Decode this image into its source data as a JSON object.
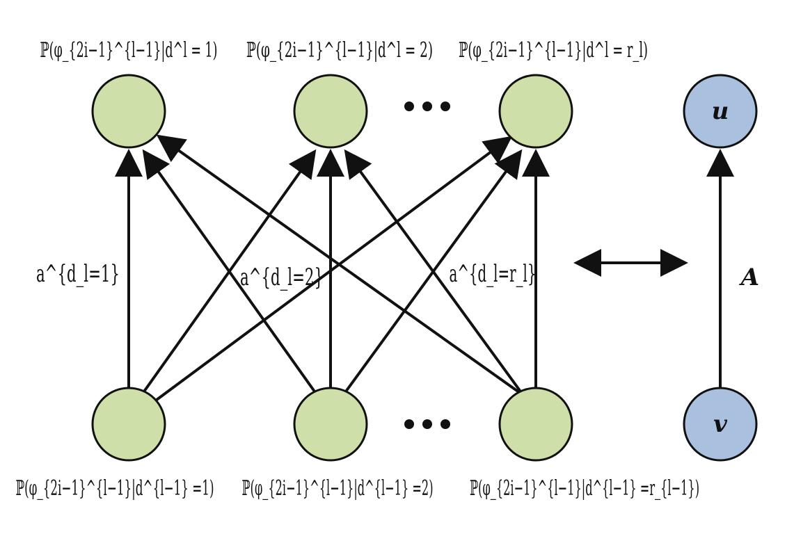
{
  "diagram": {
    "top_labels": [
      "ℙ(φ_{2i−1}^{l−1}|d^l = 1)",
      "ℙ(φ_{2i−1}^{l−1}|d^l = 2)",
      "ℙ(φ_{2i−1}^{l−1}|d^l = r_l)"
    ],
    "bottom_labels": [
      "ℙ(φ_{2i−1}^{l−1}|d^{l−1} =1)",
      "ℙ(φ_{2i−1}^{l−1}|d^{l−1} =2)",
      "ℙ(φ_{2i−1}^{l−1}|d^{l−1} =r_{l−1})"
    ],
    "edge_labels": [
      "a^{d_l=1}",
      "a^{d_l=2}",
      "a^{d_l=r_l}"
    ],
    "right_nodes": {
      "top": "u",
      "bottom": "v"
    },
    "matrix_label": "A",
    "colors": {
      "green_node": "#cfdfaa",
      "blue_node": "#a9c0de",
      "stroke": "#111111"
    }
  }
}
